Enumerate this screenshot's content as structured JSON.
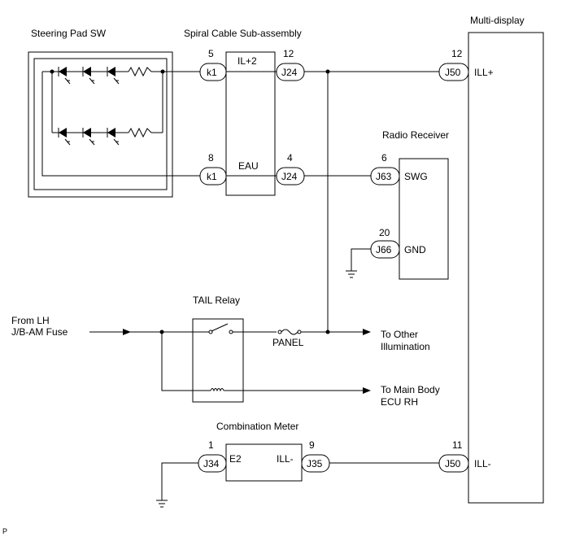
{
  "components": {
    "steering_pad_sw": "Steering Pad SW",
    "spiral_cable": "Spiral Cable Sub-assembly",
    "multi_display": "Multi-display",
    "radio_receiver": "Radio Receiver",
    "tail_relay": "TAIL Relay",
    "combination_meter": "Combination Meter"
  },
  "connectors": {
    "k1_top": "k1",
    "k1_bottom": "k1",
    "j24_top": "J24",
    "j24_bottom": "J24",
    "j50_top": "J50",
    "j50_bottom": "J50",
    "j63": "J63",
    "j66": "J66",
    "j34": "J34",
    "j35": "J35"
  },
  "pins": {
    "k1_top": "5",
    "k1_bottom": "8",
    "j24_top": "12",
    "j24_bottom": "4",
    "j50_top": "12",
    "j50_bottom": "11",
    "j63": "6",
    "j66": "20",
    "j34": "1",
    "j35": "9"
  },
  "terminals": {
    "il2": "IL+2",
    "eau": "EAU",
    "ill_plus": "ILL+",
    "ill_minus": "ILL-",
    "swg": "SWG",
    "gnd": "GND",
    "e2": "E2",
    "meter_ill_minus": "ILL-"
  },
  "labels": {
    "from_lh_1": "From LH",
    "from_lh_2": "J/B-AM Fuse",
    "panel": "PANEL",
    "to_other_1": "To Other",
    "to_other_2": "Illumination",
    "to_main_1": "To Main Body",
    "to_main_2": "ECU RH",
    "corner": "P"
  }
}
